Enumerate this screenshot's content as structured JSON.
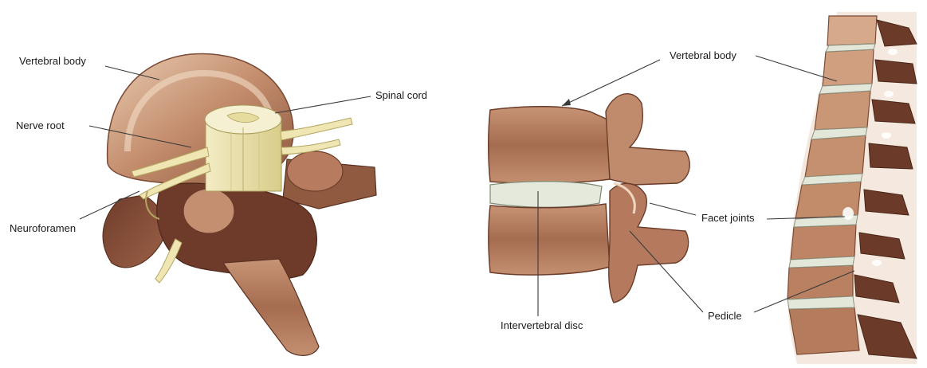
{
  "labels": {
    "vertebral_body_left": "Vertebral body",
    "nerve_root": "Nerve root",
    "neuroforamen": "Neuroforamen",
    "spinal_cord": "Spinal cord",
    "vertebral_body_right": "Vertebral body",
    "facet_joints": "Facet joints",
    "intervertebral_disc": "Intervertebral disc",
    "pedicle": "Pedicle"
  },
  "colors": {
    "bone_light": "#e6c7ac",
    "bone_mid": "#c99778",
    "bone_dark": "#8c5a42",
    "bone_shadow": "#5e3526",
    "nerve": "#efe6b4",
    "nerve_shadow": "#cfc27a",
    "disc": "#e4e9dc",
    "leader_line": "#3a3a3a"
  }
}
